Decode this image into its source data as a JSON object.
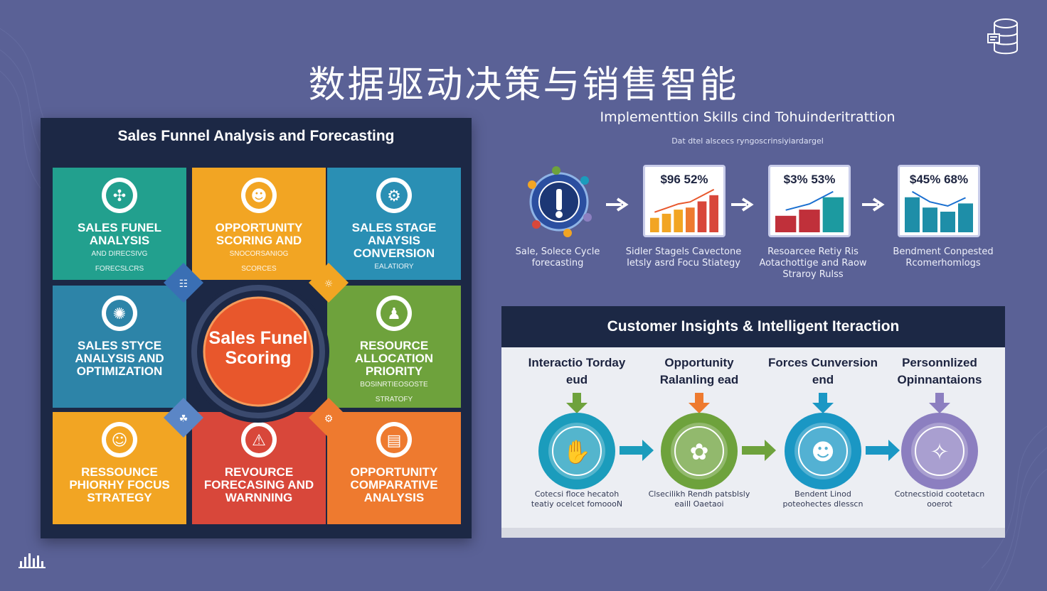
{
  "title": "数据驱动决策与销售智能",
  "left_panel": {
    "title": "Sales Funnel Analysis and Forecasting",
    "center": "Sales Funel Scoring",
    "tiles": [
      {
        "title": "SALES FUNEL ANALYSIS",
        "sub": "AND DIRECSIVG",
        "sub2": "FORECSLCRS",
        "color": "#22a08e",
        "icon": "compass-icon"
      },
      {
        "title": "OPPORTUNITY SCORING AND",
        "sub": "SNOCORSANIOG",
        "sub2": "SCORCES",
        "color": "#f2a523",
        "icon": "person-icon"
      },
      {
        "title": "SALES STAGE ANAYSIS CONVERSION",
        "sub": "EALATIORY",
        "sub2": "",
        "color": "#2a8fb4",
        "icon": "gear-person-icon"
      },
      {
        "title": "SALES STYCE ANALYSIS AND OPTIMIZATION",
        "sub": "",
        "sub2": "",
        "color": "#2d84a8",
        "icon": "lightbulb-icon"
      },
      {
        "title": "RESOURCE ALLOCATION PRIORITY",
        "sub": "BOSINRTIEOSOSTE",
        "sub2": "STRATOFY",
        "color": "#6ea23c",
        "icon": "team-icon"
      },
      {
        "title": "RESSOUNCE PHIORHY FOCUS STRATEGY",
        "sub": "",
        "sub2": "",
        "color": "#f2a523",
        "icon": "worker-icon"
      },
      {
        "title": "REVOURCE FORECASING AND WARNNING",
        "sub": "",
        "sub2": "",
        "color": "#d8473a",
        "icon": "warning-icon"
      },
      {
        "title": "OPPORTUNITY COMPARATIVE ANALYSIS",
        "sub": "",
        "sub2": "",
        "color": "#ee7a2f",
        "icon": "document-icon"
      }
    ]
  },
  "right_top": {
    "title": "Implementtion Skills  cind Tohuinderitrattion",
    "subtitle": "Dat dtel alscecs ryngoscrinsiyiardargel",
    "steps": [
      {
        "label": "Sale, Solece Cycle forecasting",
        "card": "",
        "icon": "globe-network-icon"
      },
      {
        "label": "Sidler Stagels Cavectone Ietsly asrd Focu Stiategy",
        "card": "$96 52%",
        "bars": [
          0.35,
          0.45,
          0.55,
          0.6,
          0.75,
          0.9
        ],
        "colors": [
          "#f2a523",
          "#f2a523",
          "#f2a523",
          "#ee7a2f",
          "#d8473a",
          "#d8473a"
        ]
      },
      {
        "label": "Resoarcee Retiy Ris Aotachottige and Raow Straroy Rulss",
        "card": "$3% 53%",
        "bars": [
          0.4,
          0.55,
          0.85
        ],
        "colors": [
          "#c0303a",
          "#c0303a",
          "#1c9aa0"
        ]
      },
      {
        "label": "Bendment Conpested Rcomerhomlogs",
        "card": "$45% 68%",
        "bars": [
          0.85,
          0.6,
          0.5,
          0.7
        ],
        "colors": [
          "#1e8ea8",
          "#1e8ea8",
          "#1e8ea8",
          "#1e8ea8"
        ]
      }
    ]
  },
  "right_bottom": {
    "header": "Customer Insights & Intelligent Iteraction",
    "columns": [
      {
        "title": "Interactio Torday eud",
        "caption": "Cotecsi floce hecatoh teatiy ocelcet fomoooN",
        "color": "#1b9cbc",
        "arrow": "#6ea23c",
        "icon": "handshake-icon"
      },
      {
        "title": "Opportunity Ralanling ead",
        "caption": "Clsecilikh Rendh patsblsly eaill Oaetaoi",
        "color": "#6ea23c",
        "arrow": "#ee7a2f",
        "icon": "puzzle-icon"
      },
      {
        "title": "Forces Cunversion end",
        "caption": "Bendent Linod poteohectes dlesscn",
        "color": "#1a97c4",
        "arrow": "#1a97c4",
        "icon": "people-icon"
      },
      {
        "title": "Personnlized Opinnantaions",
        "caption": "Cotnecstioid cootetacn ooerot",
        "color": "#8c7fc0",
        "arrow": "#8c7fc0",
        "icon": "sparkle-icon"
      }
    ]
  }
}
